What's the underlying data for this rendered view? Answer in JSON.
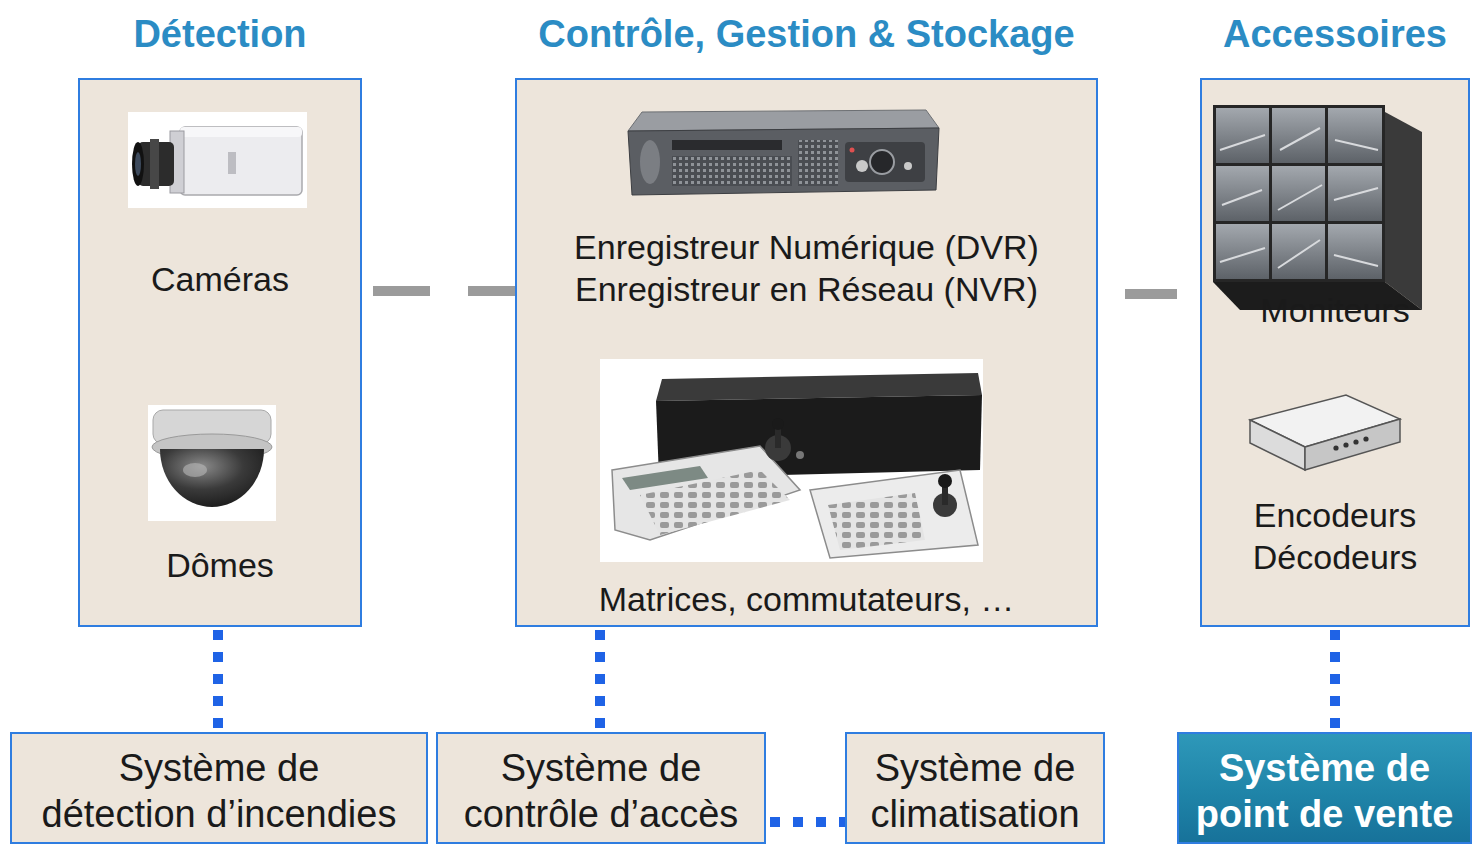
{
  "diagram": {
    "nodes": [
      {
        "text": [
          "Détection",
          "Caméras",
          "Dômes"
        ]
      },
      {
        "text": [
          "Contrôle, Gestion & Stockage",
          "Enregistreur Numérique (DVR) Enregistreur en Réseau (NVR)",
          "Matrices, commutateurs, …"
        ]
      },
      {
        "text": [
          "Accessoires",
          "Moniteurs",
          "Encodeurs Décodeurs"
        ]
      },
      {
        "text": [
          "Système de détection d’incendies"
        ]
      },
      {
        "text": [
          "Système de contrôle d’accès"
        ]
      },
      {
        "text": [
          "Système de climatisation"
        ]
      },
      {
        "text": [
          "Système de point de vente"
        ]
      }
    ],
    "edges": [
      {
        "from": 0,
        "to": 1,
        "arrow": "none"
      },
      {
        "from": 1,
        "to": 2,
        "arrow": "none"
      },
      {
        "from": 0,
        "to": 3,
        "arrow": "none"
      },
      {
        "from": 1,
        "to": 4,
        "arrow": "none"
      },
      {
        "from": 4,
        "to": 5,
        "arrow": "none"
      },
      {
        "from": 2,
        "to": 6,
        "arrow": "none"
      }
    ]
  }
}
